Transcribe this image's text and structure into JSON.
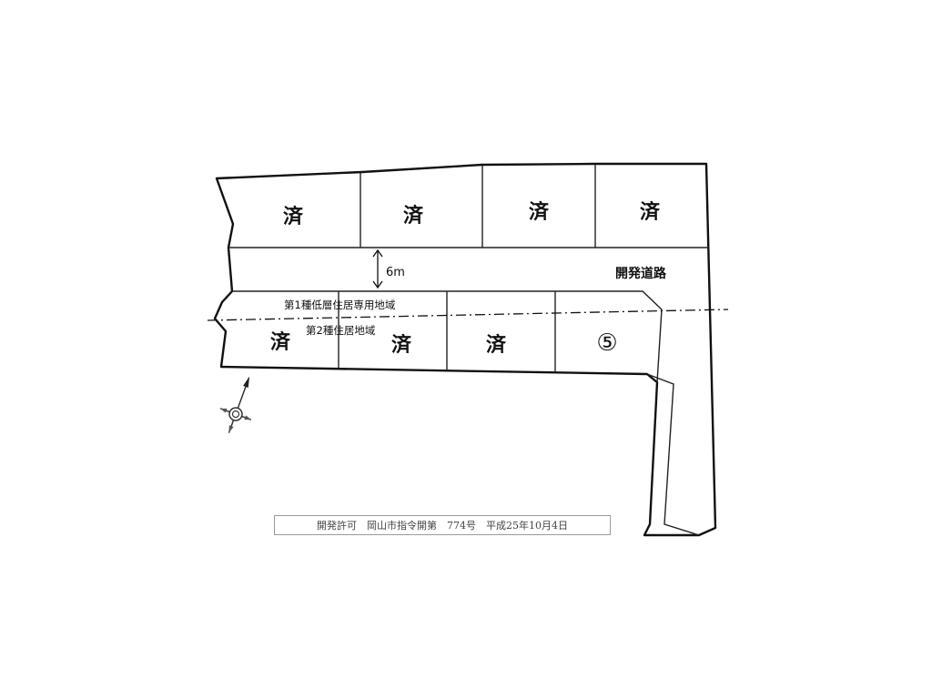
{
  "lots": {
    "north": [
      "済",
      "済",
      "済",
      "済"
    ],
    "south": [
      "済",
      "済",
      "済",
      "⑤"
    ]
  },
  "road": {
    "name": "開発道路",
    "width": "6m"
  },
  "zones": {
    "upper": "第1種低層住居専用地域",
    "lower": "第2種住居地域"
  },
  "permit": "開発許可　岡山市指令開第　774号　平成25年10月4日"
}
